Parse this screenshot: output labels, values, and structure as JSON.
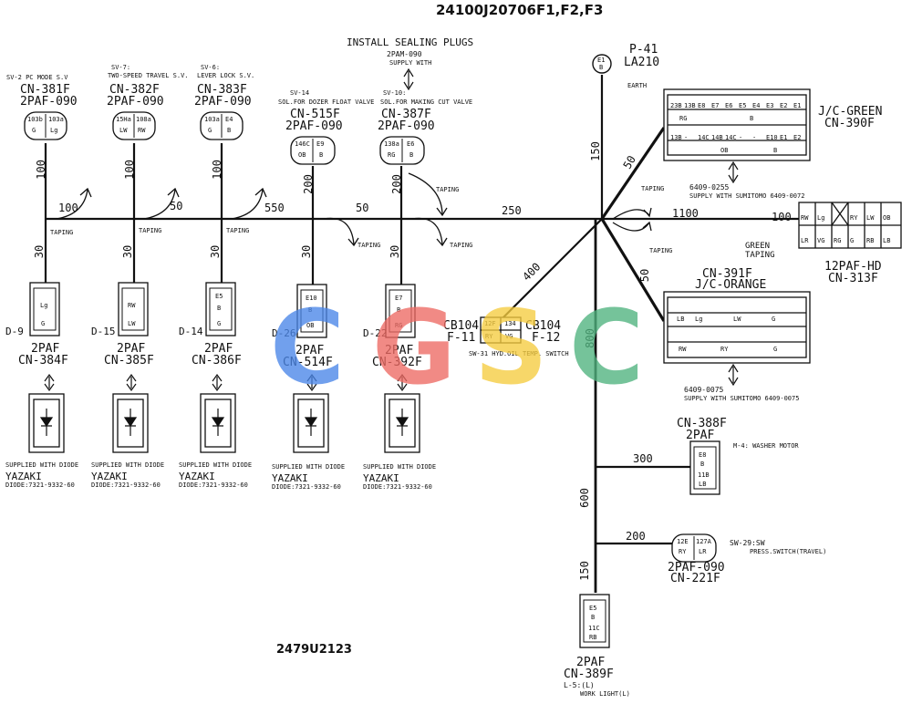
{
  "header": {
    "part_number": "24100J20706F1,F2,F3",
    "drawing_number": "2479U2123"
  },
  "sealing_note": {
    "title": "INSTALL SEALING PLUGS",
    "part": "2PAM-090",
    "supply": "SUPPLY WITH"
  },
  "earth": {
    "ref": "P-41",
    "code": "LA210",
    "pin": "E1",
    "pin_color": "B",
    "label": "EARTH"
  },
  "top_connectors": [
    {
      "func": "SV-2 PC MODE S.V",
      "code": "CN-381F",
      "type": "2PAF-090",
      "pins": [
        [
          "103b",
          "G"
        ],
        [
          "103a",
          "Lg"
        ]
      ],
      "wire": "100"
    },
    {
      "func": "SV-7:",
      "func2": "TWO-SPEED TRAVEL S.V.",
      "code": "CN-382F",
      "type": "2PAF-090",
      "pins": [
        [
          "15Ha",
          "LW"
        ],
        [
          "108a",
          "RW"
        ]
      ],
      "wire": "100"
    },
    {
      "func": "SV-6:",
      "func2": "LEVER LOCK S.V.",
      "code": "CN-383F",
      "type": "2PAF-090",
      "pins": [
        [
          "103a",
          "G"
        ],
        [
          "E4",
          "B"
        ]
      ],
      "wire": "100"
    },
    {
      "func": "SV-14",
      "func2": "SOL.FOR DOZER FLOAT VALVE",
      "code": "CN-515F",
      "type": "2PAF-090",
      "pins": [
        [
          "146C",
          "OB"
        ],
        [
          "E9",
          "B"
        ]
      ],
      "wire": "200"
    },
    {
      "func": "SV-10:",
      "func2": "SOL.FOR MAKING CUT VALVE",
      "code": "CN-387F",
      "type": "2PAF-090",
      "pins": [
        [
          "138a",
          "RG"
        ],
        [
          "E6",
          "B"
        ]
      ],
      "wire": "200"
    }
  ],
  "trunk_lengths": {
    "a": "100",
    "b": "50",
    "c": "550",
    "d": "50",
    "e": "250",
    "vertical": "150"
  },
  "taping": "TAPING",
  "diode_connectors": [
    {
      "ref": "D-9",
      "type": "2PAF",
      "code": "CN-384F",
      "pins": [
        "Lg",
        "G"
      ],
      "wire": "30",
      "supplied": "SUPPLIED WITH DIODE",
      "maker": "YAZAKI",
      "diode": "DIODE:7321-9332-60"
    },
    {
      "ref": "D-15",
      "type": "2PAF",
      "code": "CN-385F",
      "pins": [
        "RW",
        "LW"
      ],
      "wire": "30",
      "supplied": "SUPPLIED WITH DIODE",
      "maker": "YAZAKI",
      "diode": "DIODE:7321-9332-60"
    },
    {
      "ref": "D-14",
      "type": "2PAF",
      "code": "CN-386F",
      "pins": [
        "E5",
        "B",
        "G"
      ],
      "wire": "30",
      "supplied": "SUPPLIED WITH DIODE",
      "maker": "YAZAKI",
      "diode": "DIODE:7321-9332-60"
    },
    {
      "ref": "D-26",
      "type": "2PAF",
      "code": "CN-514F",
      "pins": [
        "E10",
        "B",
        "OB"
      ],
      "wire": "30",
      "supplied": "SUPPLIED WITH DIODE",
      "maker": "YAZAKI",
      "diode": "DIODE:7321-9332-60"
    },
    {
      "ref": "D-22",
      "type": "2PAF",
      "code": "CN-392F",
      "pins": [
        "E7",
        "B",
        "RG"
      ],
      "wire": "30",
      "supplied": "SUPPLIED WITH DIODE",
      "maker": "YAZAKI",
      "diode": "DIODE:7321-9332-60"
    }
  ],
  "jc_green": {
    "title": "J/C-GREEN",
    "code": "CN-390F",
    "wire": "50",
    "part": "6409-0255",
    "supply": "SUPPLY WITH SUMITOMO 6409-0072",
    "row1": [
      "23B",
      "13B",
      "E8",
      "E7",
      "E6",
      "E5",
      "E4",
      "E3",
      "E2",
      "E1"
    ],
    "row1_color": [
      "RG",
      "B"
    ],
    "row2": [
      "13B",
      "-",
      "14C",
      "14B",
      "14C",
      "-",
      "-",
      "E10",
      "E1",
      "E2"
    ],
    "row2_color": [
      "OB",
      "B"
    ]
  },
  "paf12": {
    "title": "12PAF-HD",
    "code": "CN-313F",
    "wire_a": "1100",
    "wire_b": "100",
    "note1": "GREEN",
    "note2": "TAPING",
    "pins": [
      "RW",
      "Lg",
      "",
      "RY",
      "LW",
      "OB",
      "LR",
      "VG",
      "RG",
      "G",
      "RB",
      "LB"
    ]
  },
  "jc_orange": {
    "title": "J/C-ORANGE",
    "code": "CN-391F",
    "wire": "50",
    "part": "6409-0075",
    "supply": "SUPPLY WITH SUMITOMO 6409-0075",
    "row1_colors": [
      "LB",
      "Lg",
      "LW",
      "G"
    ],
    "row2_colors": [
      "RW",
      "RY",
      "G"
    ]
  },
  "cb104": {
    "left": "CB104",
    "left_code": "F-11",
    "right": "CB104",
    "right_code": "F-12",
    "pin_l": [
      "12F",
      "RY"
    ],
    "pin_r": [
      "134",
      "VG"
    ],
    "func": "SW-31 HYD.OIL TEMP. SWITCH",
    "wire": "400"
  },
  "cn388": {
    "code": "CN-388F",
    "type": "2PAF",
    "func": "M-4: WASHER MOTOR",
    "pins": [
      "E8",
      "B",
      "11B",
      "LB"
    ],
    "wire": "300"
  },
  "cn221": {
    "code": "CN-221F",
    "type": "2PAF-090",
    "func": "SW-29:SW",
    "func2": "PRESS.SWITCH(TRAVEL)",
    "pins": [
      [
        "12E",
        "RY"
      ],
      [
        "127A",
        "LR"
      ]
    ],
    "wire": "200"
  },
  "cn389": {
    "code": "CN-389F",
    "type": "2PAF",
    "func": "L-5:(L)",
    "func2": "WORK LIGHT(L)",
    "pins": [
      "E5",
      "B",
      "11C",
      "RB"
    ],
    "wire": "150"
  },
  "lower_trunk": {
    "a": "800",
    "b": "600"
  },
  "watermark": {
    "letters": [
      "C",
      "G",
      "S",
      "C"
    ],
    "colors": [
      "#4A86E8",
      "#EE6A63",
      "#F6CC3F",
      "#4FB37E"
    ]
  }
}
